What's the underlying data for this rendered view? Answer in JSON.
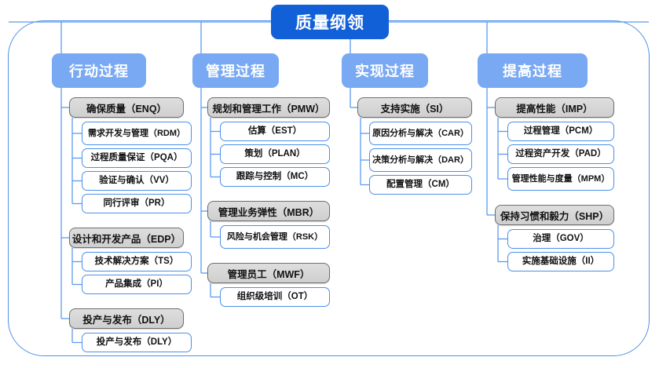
{
  "root": {
    "title": "质量纲领"
  },
  "frame": {
    "border_color": "#4d90e8"
  },
  "colors": {
    "root_fill": "#1160d8",
    "column_header_fill": "#79a9f2",
    "group_fill": "#d4d4d4",
    "group_border": "#6e6e6e",
    "leaf_border": "#4a90e8",
    "connector": "#5b9bf0"
  },
  "columns": [
    {
      "header": "行动过程",
      "groups": [
        {
          "label": "确保质量（ENQ）",
          "children": [
            "需求开发与管理（RDM）",
            "过程质量保证（PQA）",
            "验证与确认（VV）",
            "同行评审（PR）"
          ]
        },
        {
          "label": "设计和开发产品（EDP）",
          "children": [
            "技术解决方案（TS）",
            "产品集成（PI）"
          ]
        },
        {
          "label": "投产与发布（DLY）",
          "children": [
            "投产与发布（DLY）"
          ]
        }
      ]
    },
    {
      "header": "管理过程",
      "groups": [
        {
          "label": "规划和管理工作（PMW）",
          "children": [
            "估算（EST）",
            "策划（PLAN）",
            "跟踪与控制（MC）"
          ]
        },
        {
          "label": "管理业务弹性（MBR）",
          "children": [
            "风险与机会管理（RSK）"
          ]
        },
        {
          "label": "管理员工（MWF）",
          "children": [
            "组织级培训（OT）"
          ]
        }
      ]
    },
    {
      "header": "实现过程",
      "groups": [
        {
          "label": "支持实施（SI）",
          "children": [
            "原因分析与解决（CAR）",
            "决策分析与解决（DAR）",
            "配置管理（CM）"
          ]
        }
      ]
    },
    {
      "header": "提高过程",
      "groups": [
        {
          "label": "提高性能（IMP）",
          "children": [
            "过程管理（PCM）",
            "过程资产开发（PAD）",
            "管理性能与度量（MPM）"
          ]
        },
        {
          "label": "保持习惯和毅力（SHP）",
          "children": [
            "治理（GOV）",
            "实施基础设施（II）"
          ]
        }
      ]
    }
  ]
}
